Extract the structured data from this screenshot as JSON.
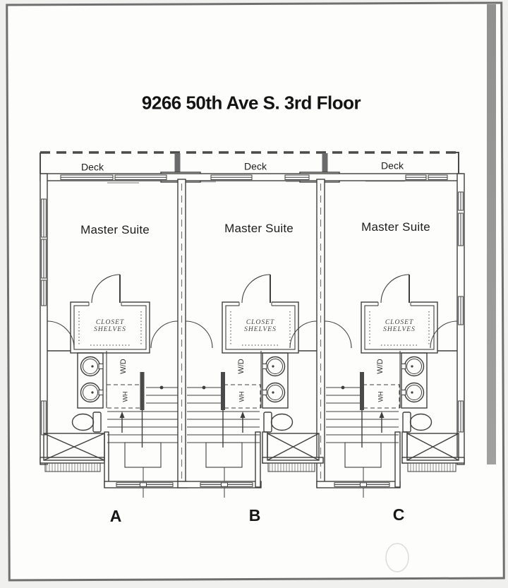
{
  "page": {
    "title": "9266 50th Ave S. 3rd Floor"
  },
  "units": [
    {
      "letter": "A",
      "deck_label": "Deck",
      "room_label": "Master Suite",
      "closet_label": [
        "CLOSET",
        "SHELVES"
      ],
      "washer_dryer_label": "W/D",
      "water_heater_label": "WH"
    },
    {
      "letter": "B",
      "deck_label": "Deck",
      "room_label": "Master Suite",
      "closet_label": [
        "CLOSET",
        "SHELVES"
      ],
      "washer_dryer_label": "W/D",
      "water_heater_label": "WH"
    },
    {
      "letter": "C",
      "deck_label": "Deck",
      "room_label": "Master Suite",
      "closet_label": [
        "CLOSET",
        "SHELVES"
      ],
      "washer_dryer_label": "W/D",
      "water_heater_label": "WH"
    }
  ],
  "colors": {
    "ink": "#3e3e3e",
    "dark_fill": "#4a4a4a",
    "paper": "#fdfdfc",
    "scan_frame": "#6f6f6f",
    "scan_band": "#8f8f8d"
  }
}
